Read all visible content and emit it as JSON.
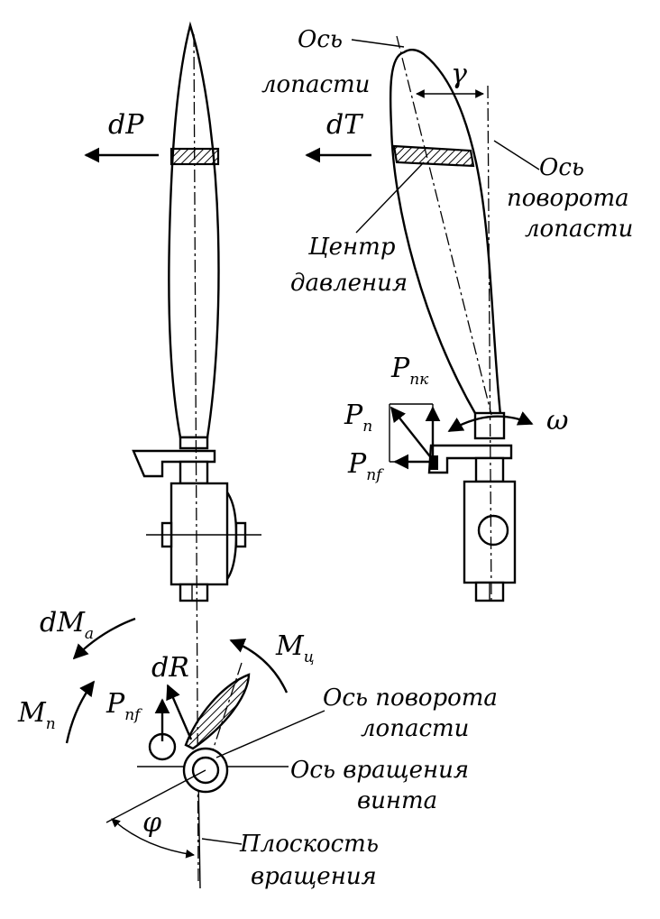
{
  "labels": {
    "dP": "dP",
    "dT": "dT",
    "blade_axis": [
      "Ось",
      "лопасти"
    ],
    "gamma": "γ",
    "pivot_axis": [
      "Ось",
      "поворота",
      "лопасти"
    ],
    "pressure_center": [
      "Центр",
      "давления"
    ],
    "P_main": "P",
    "P_main_sub": "п",
    "P_nk": "P",
    "P_nk_sub": "пк",
    "P_nf": "P",
    "P_nf_sub": "пf",
    "omega": "ω",
    "dM_a": "dM",
    "dM_a_sub": "a",
    "M_c": "M",
    "M_c_sub": "ц",
    "dR": "dR",
    "M_p": "M",
    "M_p_sub": "п",
    "P_nf2": "P",
    "P_nf2_sub": "пf",
    "pivot_axis2": [
      "Ось поворота",
      "лопасти"
    ],
    "rotation_axis": [
      "Ось вращения",
      "винта"
    ],
    "phi": "φ",
    "rotation_plane": [
      "Плоскость",
      "вращения"
    ]
  }
}
